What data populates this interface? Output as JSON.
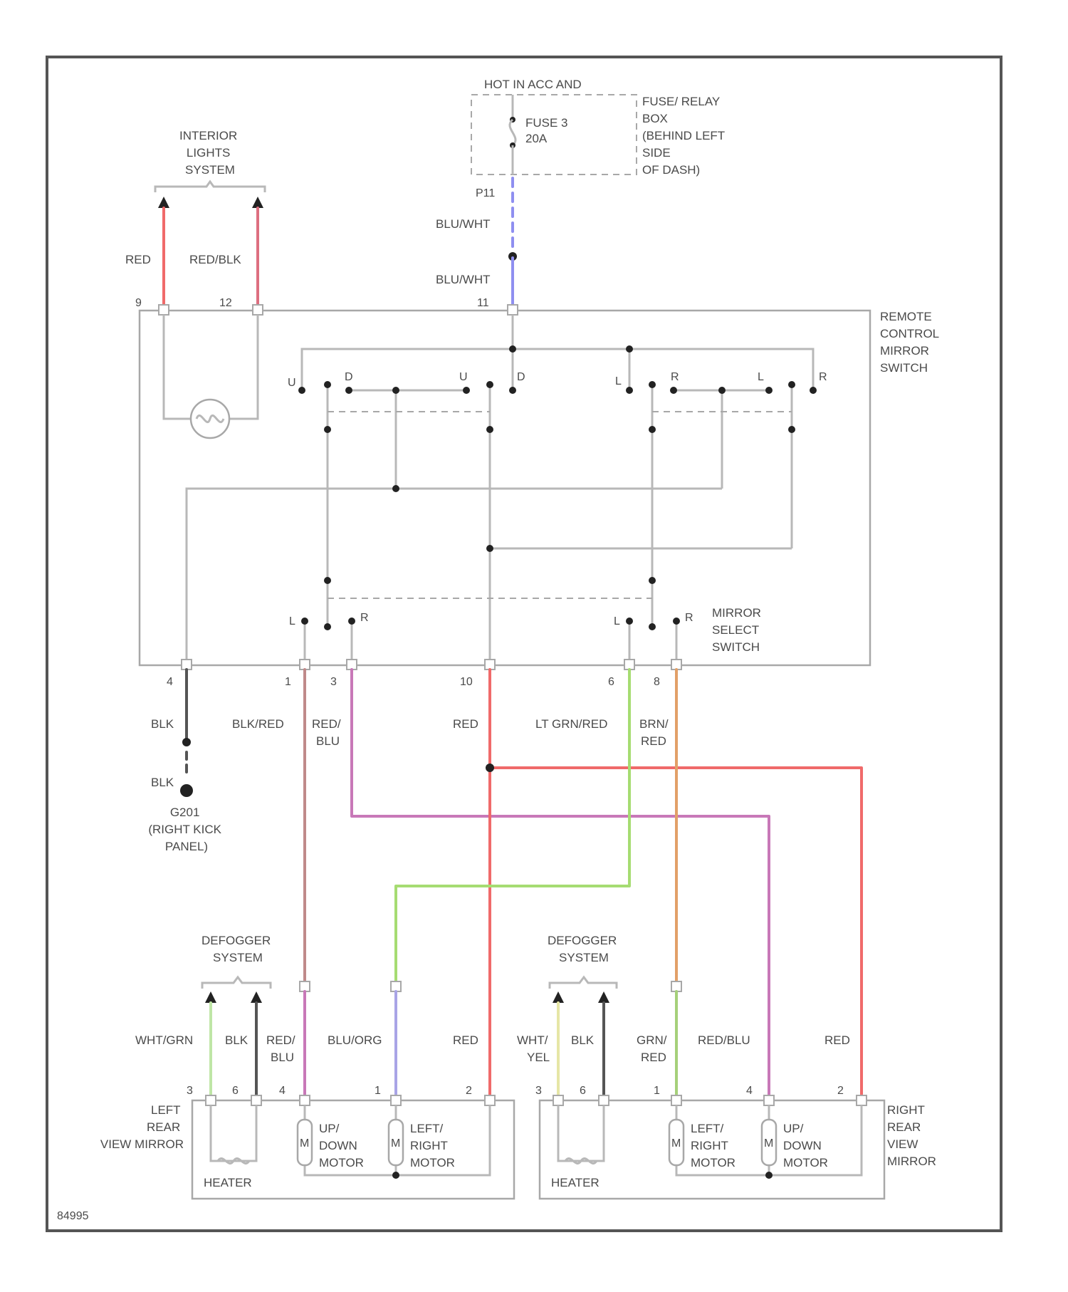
{
  "colors": {
    "red": "#f06a6a",
    "red_blk": "#dd6f80",
    "blu_wht": "#8f8ff0",
    "blk": "#555555",
    "blk_red": "#c08a8a",
    "red_blu": "#c878b8",
    "lt_grn_red": "#a6dc72",
    "brn_red": "#e2a068",
    "wht_grn": "#bfe6a6",
    "blu_org": "#a9a4e6",
    "wht_yel": "#e6e6a6",
    "grn_red": "#a6d07a",
    "frame": "#555555",
    "internal": "#b8b8b8"
  },
  "labels": {
    "hot_in_acc": "HOT IN ACC AND",
    "fuse": [
      "FUSE 3",
      "20A"
    ],
    "fuse_box": [
      "FUSE/ RELAY",
      "BOX",
      "(BEHIND LEFT",
      "SIDE",
      "OF DASH)"
    ],
    "interior": [
      "INTERIOR",
      "LIGHTS",
      "SYSTEM"
    ],
    "remote_switch": [
      "REMOTE",
      "CONTROL",
      "MIRROR",
      "SWITCH"
    ],
    "mirror_select": [
      "MIRROR",
      "SELECT",
      "SWITCH"
    ],
    "ground": [
      "G201",
      "(RIGHT KICK",
      "PANEL)"
    ],
    "defogger": [
      "DEFOGGER",
      "SYSTEM"
    ],
    "left_mirror": [
      "LEFT",
      "REAR",
      "VIEW MIRROR"
    ],
    "right_mirror": [
      "RIGHT",
      "REAR",
      "VIEW",
      "MIRROR"
    ],
    "up_down_motor": [
      "UP/",
      "DOWN",
      "MOTOR"
    ],
    "left_right_motor": [
      "LEFT/",
      "RIGHT",
      "MOTOR"
    ],
    "heater": "HEATER",
    "motor_symbol": "M",
    "figure_id": "84995"
  },
  "connectors": {
    "p11": "P11",
    "top": [
      "9",
      "12",
      "11"
    ],
    "bottom": [
      "4",
      "1",
      "3",
      "10",
      "6",
      "8"
    ],
    "left_mirror": [
      "3",
      "6",
      "4",
      "1",
      "2"
    ],
    "right_mirror": [
      "3",
      "6",
      "1",
      "4",
      "2"
    ]
  },
  "switch_letters": {
    "u1": "U",
    "d1": "D",
    "u2": "U",
    "d2": "D",
    "l1": "L",
    "r1": "R",
    "l2": "L",
    "r2": "R",
    "sel_l1": "L",
    "sel_r1": "R",
    "sel_l2": "L",
    "sel_r2": "R"
  },
  "wires": {
    "blu_wht_1": "BLU/WHT",
    "blu_wht_2": "BLU/WHT",
    "red": "RED",
    "red_blk": "RED/BLK",
    "blk_1": "BLK",
    "blk_2": "BLK",
    "blk_red": "BLK/RED",
    "red_blu": [
      "RED/",
      "BLU"
    ],
    "red_c10": "RED",
    "lt_grn_red": "LT GRN/RED",
    "brn_red": [
      "BRN/",
      "RED"
    ],
    "wht_grn": "WHT/GRN",
    "blk_lm": "BLK",
    "red_blu_lm": [
      "RED/",
      "BLU"
    ],
    "blu_org": "BLU/ORG",
    "red_lm": "RED",
    "wht_yel": [
      "WHT/",
      "YEL"
    ],
    "blk_rm": "BLK",
    "grn_red_rm": [
      "GRN/",
      "RED"
    ],
    "red_blu_rm": "RED/BLU",
    "red_rm": "RED"
  }
}
